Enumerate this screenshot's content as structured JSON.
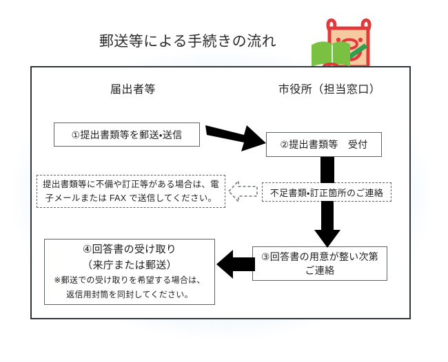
{
  "page": {
    "title": "郵送等による手続きの流れ"
  },
  "illustration": {
    "name": "mascot-illustration",
    "description": "cow-face-with-book-and-pencil",
    "colors": {
      "outline": "#e03a3a",
      "face": "#f6c9a0",
      "book": "#7ac143",
      "pencil": "#2e9e4f"
    }
  },
  "diagram": {
    "columns": [
      {
        "id": "applicant",
        "label": "届出者等"
      },
      {
        "id": "city-office",
        "label": "市役所（担当窓口）"
      }
    ],
    "boxes": {
      "box1": {
        "text": "①提出書類等を郵送・送信",
        "style": "solid"
      },
      "box2": {
        "text": "②提出書類等　受付",
        "style": "solid"
      },
      "box3": {
        "text": "不足書類・訂正箇所のご連絡",
        "style": "dashed"
      },
      "box4": {
        "line1": "提出書類等に不備や訂正等がある場合は、電",
        "line2": "子メールまたは FAX で送信してください。",
        "style": "dashed"
      },
      "box5": {
        "line1": "③回答書の用意が整い次第",
        "line2": "ご連絡",
        "style": "solid"
      },
      "box6": {
        "line1": "④回答書の受け取り",
        "line2": "（来庁または郵送）",
        "line3": "※郵送での受け取りを希望する場合は、",
        "line4": "返信用封筒を同封してください。",
        "style": "solid"
      }
    },
    "arrows": [
      {
        "id": "arrow-right-1",
        "direction": "right",
        "style": "solid-black",
        "from": "box1",
        "to": "box2"
      },
      {
        "id": "arrow-left-dashed",
        "direction": "left",
        "style": "dashed-outline",
        "from": "box3",
        "to": "box4"
      },
      {
        "id": "bar-down-1",
        "direction": "down",
        "style": "solid-black-bar",
        "from": "box2",
        "to": "box3"
      },
      {
        "id": "arrow-down-1",
        "direction": "down",
        "style": "solid-black",
        "from": "box3",
        "to": "box5"
      },
      {
        "id": "arrow-left-1",
        "direction": "left",
        "style": "solid-black",
        "from": "box5",
        "to": "box6"
      }
    ]
  },
  "colors": {
    "frame_border": "#2e3338",
    "box_border": "#5d6166",
    "text": "#1d1d1d",
    "glow": "#a0d0f5",
    "arrow": "#000000"
  }
}
